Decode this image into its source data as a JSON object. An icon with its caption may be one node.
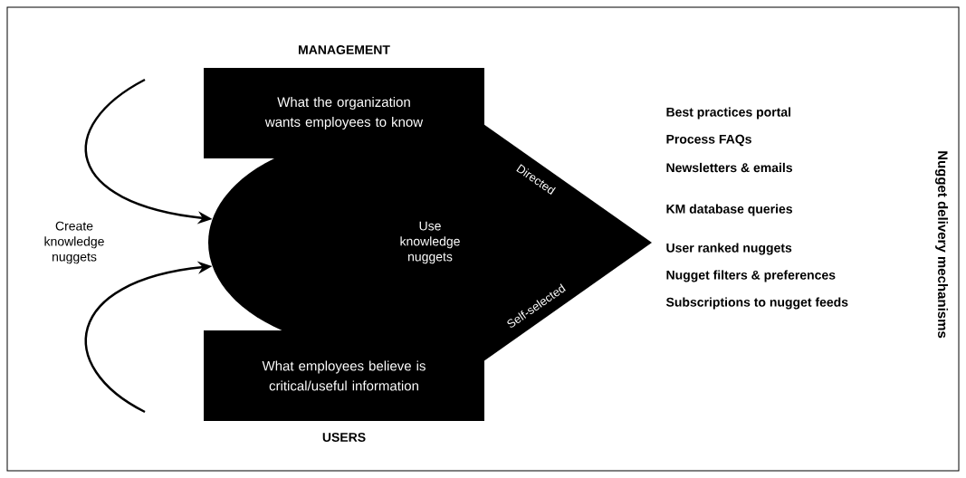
{
  "diagram": {
    "nodes": [
      {
        "text": [
          "MANAGEMENT",
          "What the organization wants employees to know"
        ]
      },
      {
        "text": [
          "What employees believe is critical/useful information",
          "USERS"
        ]
      },
      {
        "text": [
          "Use knowledge nuggets",
          "Directed",
          "Self-selected"
        ]
      },
      {
        "text": [
          "Create knowledge nuggets"
        ]
      }
    ],
    "edges": [
      {
        "from": null,
        "to": 2,
        "arrow": "to"
      },
      {
        "from": null,
        "to": 2,
        "arrow": "to"
      }
    ],
    "labels": [
      "Best practices portal",
      "Process FAQs",
      "Newsletters & emails",
      "KM database queries",
      "User ranked nuggets",
      "Nugget filters & preferences",
      "Subscriptions to nugget feeds",
      "Nugget delivery mechanisms"
    ]
  }
}
